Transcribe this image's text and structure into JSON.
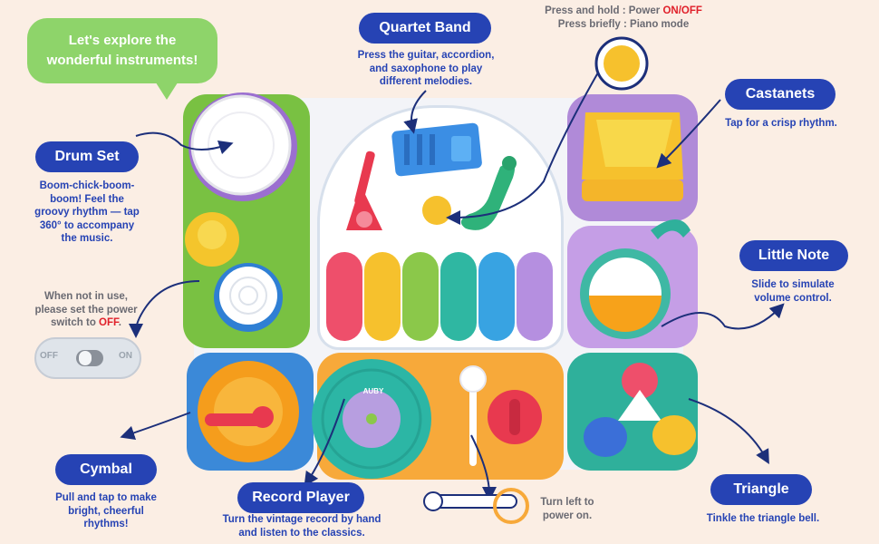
{
  "bubble": {
    "line1": "Let's explore the",
    "line2": "wonderful instruments!"
  },
  "top_note": {
    "line1_prefix": "Press and hold : Power ",
    "line1_highlight": "ON/OFF",
    "line2": "Press briefly : Piano mode"
  },
  "switch_note": {
    "line1": "When not in use,",
    "line2": "please set the power",
    "line3_prefix": "switch to ",
    "line3_highlight": "OFF",
    "line3_suffix": "."
  },
  "switch": {
    "off_label": "OFF",
    "on_label": "ON"
  },
  "record_label": "AUBY",
  "features": {
    "quartet_band": {
      "title": "Quartet Band",
      "lines": [
        "Press the guitar, accordion,",
        "and saxophone to play",
        "different melodies."
      ]
    },
    "castanets": {
      "title": "Castanets",
      "lines": [
        "Tap for a crisp rhythm."
      ]
    },
    "drum_set": {
      "title": "Drum Set",
      "lines": [
        "Boom-chick-boom-",
        "boom! Feel the",
        "groovy rhythm — tap",
        "360° to accompany",
        "the music."
      ]
    },
    "little_note": {
      "title": "Little Note",
      "lines": [
        "Slide to simulate",
        "volume control."
      ]
    },
    "cymbal": {
      "title": "Cymbal",
      "lines": [
        "Pull and tap to make",
        "bright, cheerful",
        "rhythms!"
      ]
    },
    "record_player": {
      "title": "Record Player",
      "lines": [
        "Turn the vintage record by hand",
        "and listen to the classics."
      ]
    },
    "power_lever": {
      "lines": [
        "Turn left to",
        "power on."
      ]
    },
    "triangle": {
      "title": "Triangle",
      "lines": [
        "Tinkle the triangle bell."
      ]
    }
  },
  "colors": {
    "background": "#fbeee4",
    "badge": "#2643b4",
    "text_blue": "#2643b4",
    "text_gray": "#6a6a72",
    "highlight_red": "#e0202a",
    "bubble_green": "#8ed46a"
  }
}
